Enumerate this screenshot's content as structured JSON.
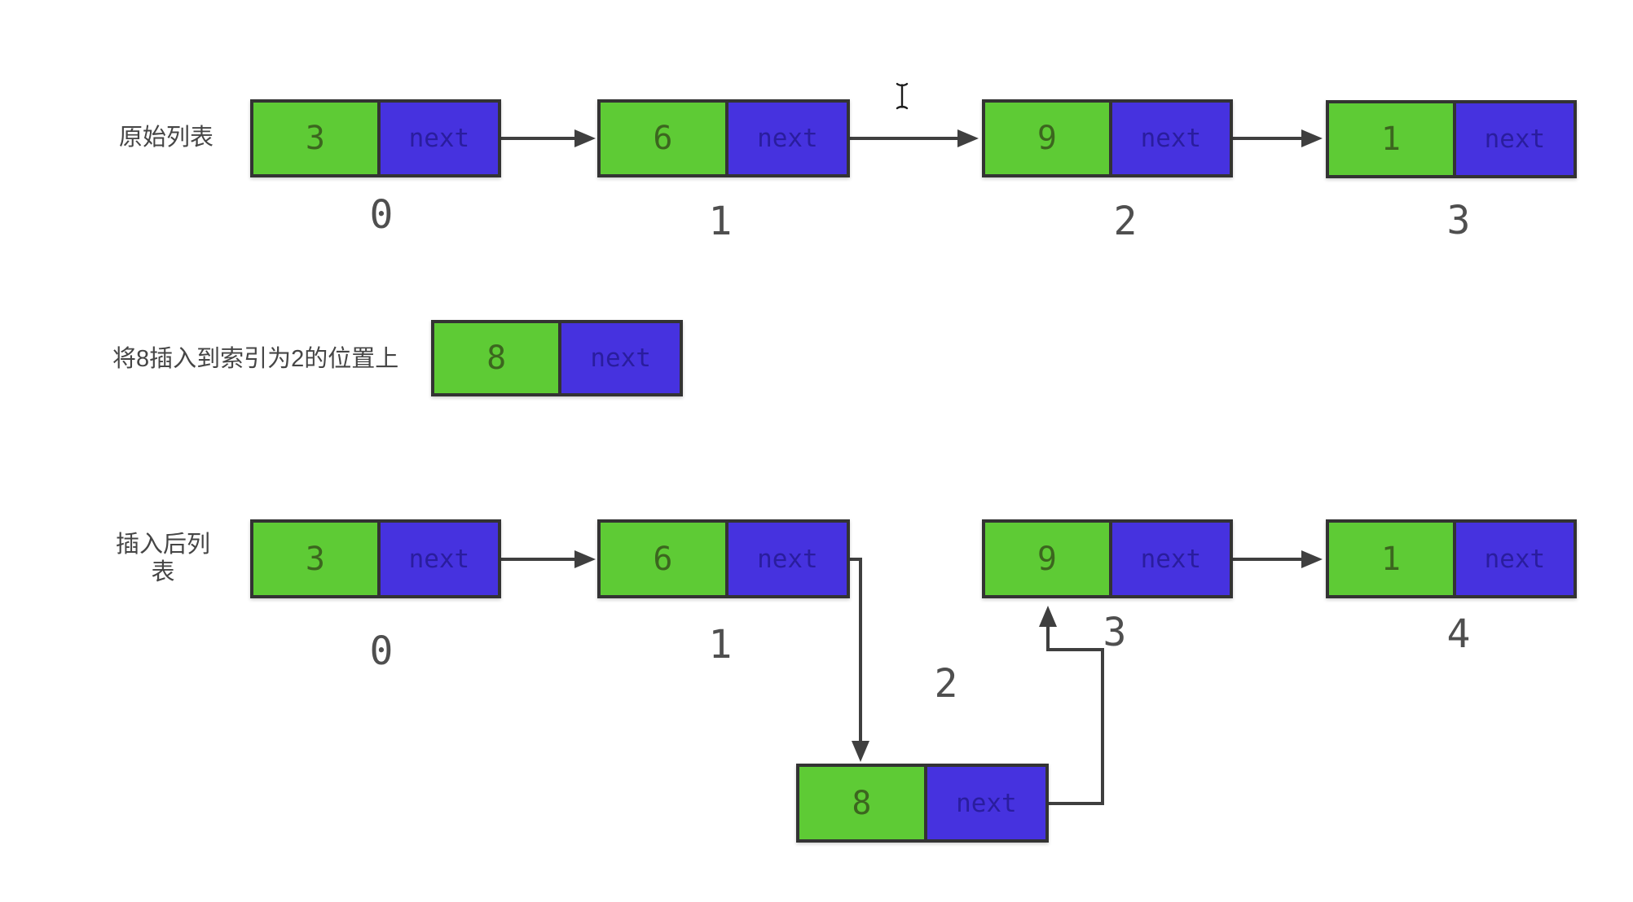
{
  "diagram_title": "singly linked list insertion",
  "colors": {
    "value_cell_bg": "#5ecb35",
    "next_cell_bg": "#4632df",
    "node_border": "#333333",
    "value_text": "#3c661f",
    "next_text": "#2a1d9e",
    "label_text": "#454545",
    "index_text": "#4f4f4f",
    "arrow": "#3f3f3f",
    "background": "#ffffff"
  },
  "icons": {
    "cursor": "text-ibeam-cursor"
  },
  "rows": {
    "original": {
      "label": "原始列表",
      "nodes": [
        {
          "value": "3",
          "pointer": "next",
          "index": "0"
        },
        {
          "value": "6",
          "pointer": "next",
          "index": "1"
        },
        {
          "value": "9",
          "pointer": "next",
          "index": "2"
        },
        {
          "value": "1",
          "pointer": "next",
          "index": "3"
        }
      ]
    },
    "insert": {
      "label": "将8插入到索引为2的位置上",
      "node": {
        "value": "8",
        "pointer": "next"
      }
    },
    "after": {
      "label": "插入后列表",
      "nodes": [
        {
          "value": "3",
          "pointer": "next",
          "index": "0"
        },
        {
          "value": "6",
          "pointer": "next",
          "index": "1"
        },
        {
          "value": "8",
          "pointer": "next",
          "index": "2"
        },
        {
          "value": "9",
          "pointer": "next",
          "index": "3"
        },
        {
          "value": "1",
          "pointer": "next",
          "index": "4"
        }
      ]
    }
  }
}
